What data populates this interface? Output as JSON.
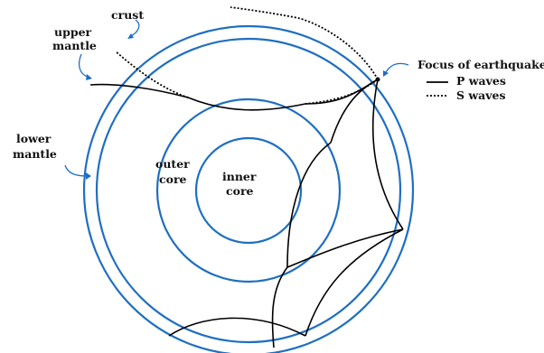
{
  "labels": {
    "crust": "crust",
    "upper_mantle_1": "upper",
    "upper_mantle_2": "mantle",
    "lower_mantle_1": "lower",
    "lower_mantle_2": "mantle",
    "outer_core_1": "outer",
    "outer_core_2": "core",
    "inner_core_1": "inner",
    "inner_core_2": "core",
    "focus": "Focus of earthquake"
  },
  "legend": {
    "p_waves": "P waves",
    "s_waves": "S waves"
  },
  "colors": {
    "layer_boundary": "#1f6fc0",
    "wave_path": "#000000"
  }
}
